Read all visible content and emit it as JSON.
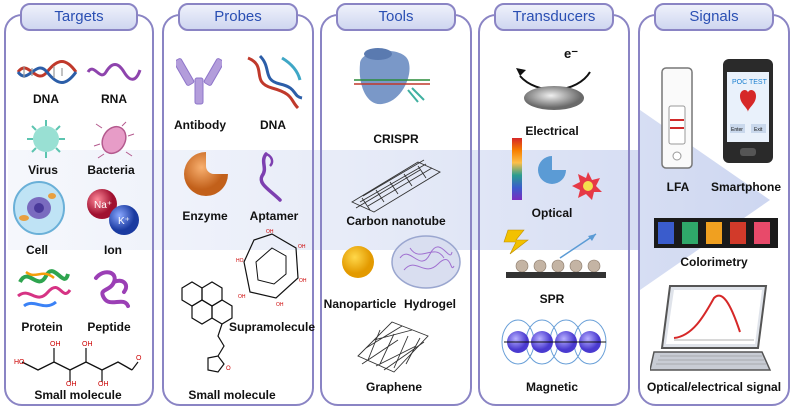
{
  "columns": {
    "targets": "Targets",
    "probes": "Probes",
    "tools": "Tools",
    "transducers": "Transducers",
    "signals": "Signals"
  },
  "targets": {
    "dna": "DNA",
    "rna": "RNA",
    "virus": "Virus",
    "bacteria": "Bacteria",
    "cell": "Cell",
    "ion": "Ion",
    "protein": "Protein",
    "peptide": "Peptide",
    "small_molecule": "Small molecule",
    "ion_na": "Na⁺",
    "ion_k": "K⁺"
  },
  "probes": {
    "antibody": "Antibody",
    "dna": "DNA",
    "enzyme": "Enzyme",
    "aptamer": "Aptamer",
    "supramolecule": "Supramolecule",
    "small_molecule": "Small molecule"
  },
  "tools": {
    "crispr": "CRISPR",
    "carbon_nanotube": "Carbon nanotube",
    "nanoparticle": "Nanoparticle",
    "hydrogel": "Hydrogel",
    "graphene": "Graphene"
  },
  "transducers": {
    "electrical": "Electrical",
    "optical": "Optical",
    "spr": "SPR",
    "magnetic": "Magnetic",
    "electron": "e⁻"
  },
  "signals": {
    "lfa": "LFA",
    "smartphone": "Smartphone",
    "colorimetry": "Colorimetry",
    "optical_electrical": "Optical/electrical signal",
    "phone_screen": "POC TEST",
    "phone_enter": "Enter",
    "phone_exit": "Exit"
  }
}
